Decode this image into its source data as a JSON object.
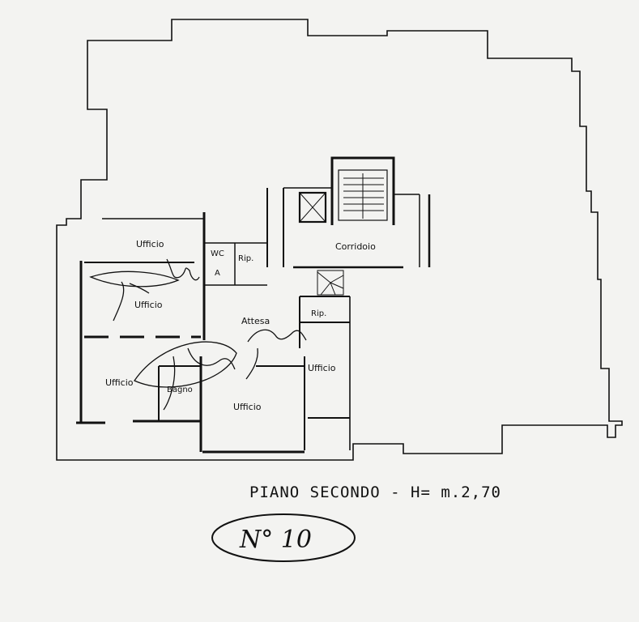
{
  "plan": {
    "rooms": {
      "ufficio_top_left": "Ufficio",
      "ufficio_mid_left": "Ufficio",
      "ufficio_bottom_left": "Ufficio",
      "ufficio_bottom_center": "Ufficio",
      "ufficio_right": "Ufficio",
      "wc": "WC",
      "wc_letter": "A",
      "rip_top": "Rip.",
      "rip_mid": "Rip.",
      "bagno": "Bagno",
      "attesa": "Attesa",
      "corridoio": "Corridoio"
    },
    "caption": "PIANO SECONDO - H= m.2,70",
    "number_badge": "N° 10",
    "signatures": [
      "handwritten-signature-1",
      "handwritten-signature-2"
    ]
  }
}
